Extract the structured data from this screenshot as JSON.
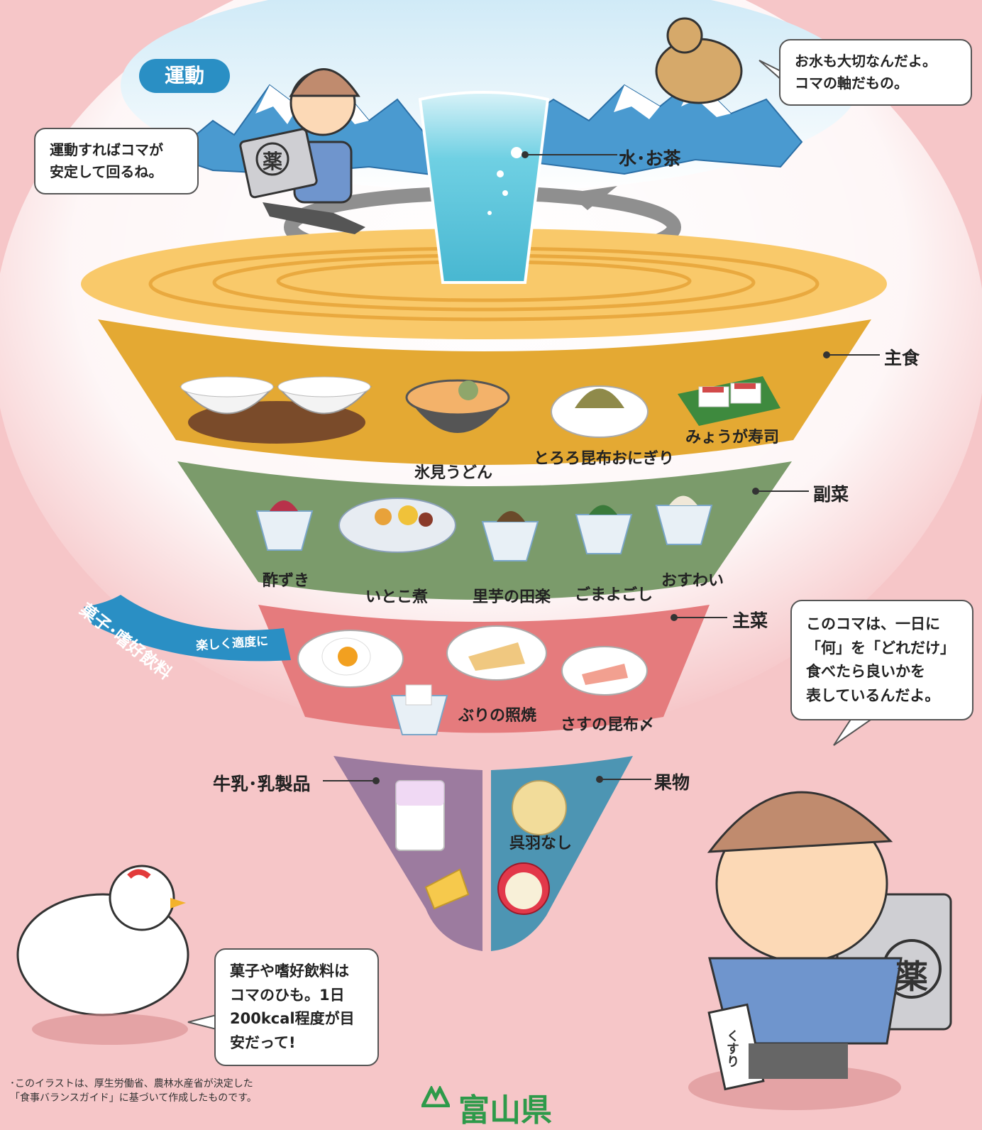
{
  "colors": {
    "background": "#f6c6c8",
    "top_layer": "#f9c96a",
    "staple": "#e4a933",
    "side_dish": "#7b9b6b",
    "main_dish": "#e57b7d",
    "dairy": "#9c7b9f",
    "fruit": "#4d95b3",
    "water": "#5cc5dc",
    "ribbon": "#2a8fc4",
    "mountain": "#4a9ad0",
    "logo": "#2e9a4a"
  },
  "top": {
    "exercise_pill": "運動",
    "water_label": "水･お茶"
  },
  "bubbles": {
    "exercise": [
      "運動すればコマが",
      "安定して回るね。"
    ],
    "water": [
      "お水も大切なんだよ。",
      "コマの軸だもの。"
    ],
    "explain": [
      "このコマは、一日に",
      "「何」を「どれだけ」",
      "食べたら良いかを",
      "表しているんだよ。"
    ],
    "snack": [
      "菓子や嗜好飲料は",
      "コマのひも。1日",
      "200kcal程度が目",
      "安だって!"
    ]
  },
  "categories": {
    "staple": "主食",
    "side": "副菜",
    "main": "主菜",
    "dairy": "牛乳･乳製品",
    "fruit": "果物"
  },
  "foods": {
    "himi_udon": "氷見うどん",
    "tororo_onigiri": "とろろ昆布おにぎり",
    "myoga_sushi": "みょうが寿司",
    "suzuki": "酢ずき",
    "itokoni": "いとこ煮",
    "satoimo": "里芋の田楽",
    "gomayogoshi": "ごまよごし",
    "osuwai": "おすわい",
    "buri": "ぶりの照焼",
    "sasu": "さすの昆布〆",
    "kurehanashi": "呉羽なし"
  },
  "ribbon": {
    "main": "菓子･嗜好飲料",
    "sub": "楽しく適度に"
  },
  "icons": {
    "medicine_box": "薬",
    "medicine_book": "くすり"
  },
  "footer": {
    "note_line1": "･このイラストは、厚生労働省、農林水産省が決定した",
    "note_line2": "「食事バランスガイド」に基づいて作成したものです。",
    "logo": "富山県"
  }
}
